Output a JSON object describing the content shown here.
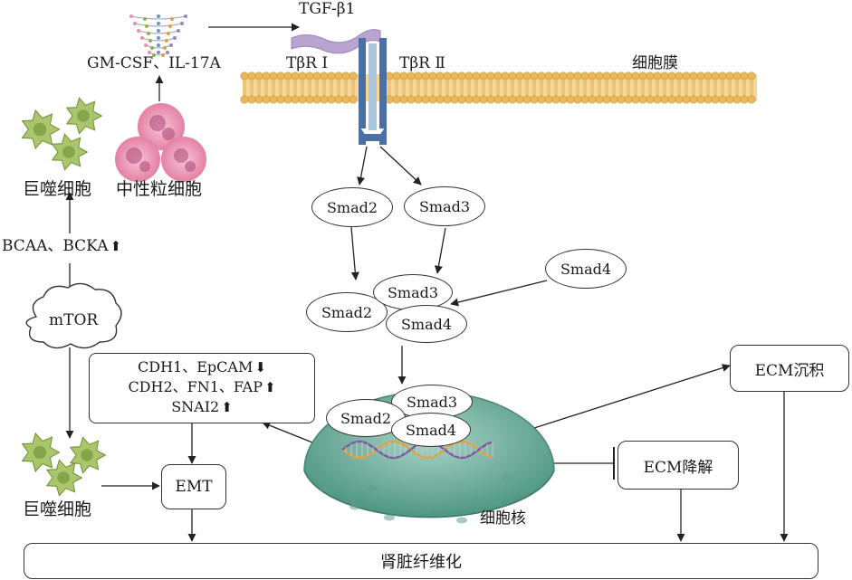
{
  "labels": {
    "tgf": "TGF-β1",
    "tbr1": "TβR Ⅰ",
    "tbr2": "TβR Ⅱ",
    "membrane": "细胞膜",
    "cytokines": "GM-CSF、IL-17A",
    "macrophage_top": "巨噬细胞",
    "neutrophil": "中性粒细胞",
    "bcaa": "BCAA、BCKA",
    "mtor": "mTOR",
    "macrophage_bottom": "巨噬细胞",
    "nucleus": "细胞核",
    "emt": "EMT",
    "ecm_deposit": "ECM沉积",
    "ecm_degrade": "ECM降解",
    "fibrosis": "肾脏纤维化"
  },
  "genes": {
    "line1": "CDH1、EpCAM",
    "line2": "CDH2、FN1、FAP",
    "line3": "SNAI2"
  },
  "smads": {
    "s2_top": "Smad2",
    "s3_top": "Smad3",
    "s4_right": "Smad4",
    "s3_mid": "Smad3",
    "s2_mid": "Smad2",
    "s4_mid": "Smad4",
    "s3_nuc": "Smad3",
    "s2_nuc": "Smad2",
    "s4_nuc": "Smad4"
  },
  "colors": {
    "membrane": "#f2c46d",
    "receptor": "#4a6fa5",
    "receptor_light": "#a9c4dd",
    "tgf": "#b9a3d0",
    "nucleus": "#6fae9e",
    "macrophage": "#8fb14b",
    "neutrophil": "#e58fb0"
  }
}
